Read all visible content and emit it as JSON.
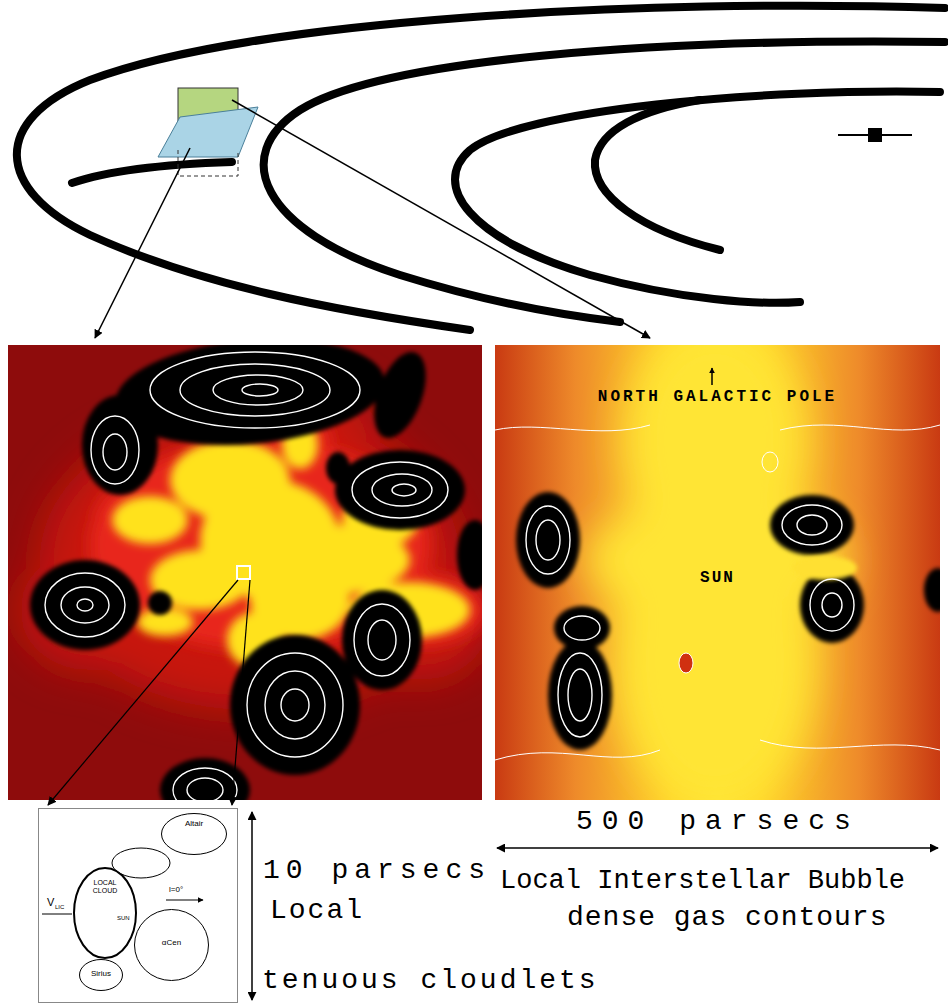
{
  "diagram": {
    "nodes": [
      {
        "text": [
          "NORTH GALACTIC POLE",
          "SUN"
        ]
      },
      {
        "text": [
          "V",
          "LIC",
          "l=0°"
        ]
      },
      {
        "text": [
          "Altair"
        ],
        "in": 1
      },
      {
        "text": [
          "LOCAL CLOUD",
          "SUN"
        ],
        "in": 1
      },
      {
        "text": [
          "αCen"
        ],
        "in": 1
      },
      {
        "text": [
          "Sirius"
        ],
        "in": 1
      }
    ],
    "labels": [
      "10 parsecs",
      "Local",
      "tenuous cloudlets",
      "500 parsecs",
      "Local Interstellar Bubble",
      "dense gas contours"
    ]
  }
}
